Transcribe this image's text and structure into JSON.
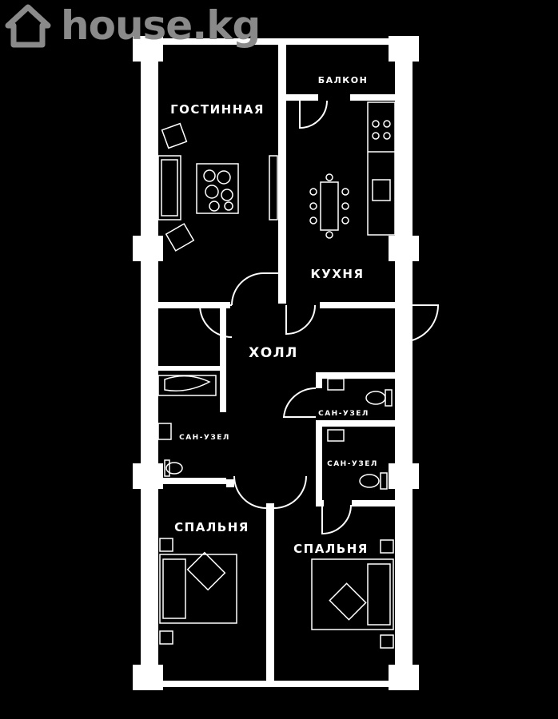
{
  "logo": {
    "icon": "house-icon",
    "text": "house.kg"
  },
  "rooms": {
    "living": "ГОСТИННАЯ",
    "balcony": "БАЛКОН",
    "kitchen": "КУХНЯ",
    "hall": "ХОЛЛ",
    "bath_left": "САН-УЗЕЛ",
    "bath_right_top": "САН-УЗЕЛ",
    "bath_right_bottom": "САН-УЗЕЛ",
    "bedroom_left": "СПАЛЬНЯ",
    "bedroom_right": "СПАЛЬНЯ"
  },
  "colors": {
    "background": "#000000",
    "walls": "#ffffff",
    "logo": "#8a8a8a"
  }
}
